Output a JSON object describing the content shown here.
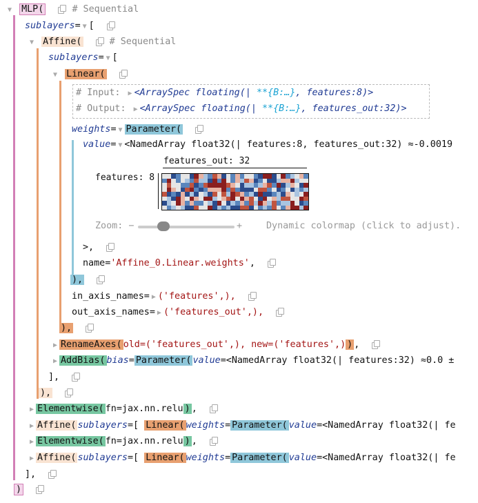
{
  "mlp": {
    "name": "MLP(",
    "comment": "# Sequential",
    "sublayers_key": "sublayers",
    "eq": "=",
    "open_bracket": "[",
    "close_bracket": "],",
    "close": ")"
  },
  "affine0": {
    "name": "Affine(",
    "comment": "# Sequential",
    "sublayers_key": "sublayers",
    "eq": "=",
    "open_bracket": "[",
    "close_bracket": "],",
    "close": "),"
  },
  "linear": {
    "name": "Linear(",
    "close": "),",
    "input_label": "# Input: ",
    "input_pre": "<ArraySpec floating(| ",
    "input_mid": "**{B:…}",
    "input_post": ", features:8)>",
    "output_label": "# Output: ",
    "output_pre": "<ArraySpec floating(| ",
    "output_mid": "**{B:…}",
    "output_post": ", features_out:32)>",
    "weights_key": "weights",
    "in_axis_key": "in_axis_names=",
    "in_axis_val": "('features',),",
    "out_axis_key": "out_axis_names=",
    "out_axis_val": "('features_out',),"
  },
  "parameter": {
    "name": "Parameter(",
    "value_key": "value",
    "value_text": "<NamedArray float32(| features:8, features_out:32) ≈-0.0019",
    "axis_top": "features_out: 32",
    "axis_left": "features: 8",
    "zoom_label": "Zoom:",
    "zoom_minus": "−",
    "zoom_plus": "+",
    "colormap_note": "Dynamic colormap (click to adjust).",
    "gt": ">,",
    "name_key": "name=",
    "name_val": "'Affine_0.Linear.weights'",
    "name_comma": ",",
    "close": "),"
  },
  "rename": {
    "name": "RenameAxes(",
    "args": "old=('features_out',), new=('features',)",
    "close": ")",
    "comma": ","
  },
  "addbias": {
    "name": "AddBias(",
    "bias_key": "bias",
    "param": "Parameter(",
    "value_key": "value",
    "value_text": "=<NamedArray float32(| features:32) ≈0.0 ±"
  },
  "elementwise1": {
    "name": "Elementwise(",
    "fn": "fn=jax.nn.relu",
    "close": ")",
    "comma": ","
  },
  "affine1": {
    "pre": "Affine(",
    "sub": "sublayers",
    "eq": "=[ ",
    "lin": "Linear(",
    "w": "weights",
    "par": "Parameter(",
    "v": "value",
    "rest": "=<NamedArray float32(| fe"
  },
  "elementwise2": {
    "name": "Elementwise(",
    "fn": "fn=jax.nn.relu",
    "close": ")",
    "comma": ","
  },
  "affine2": {
    "pre": "Affine(",
    "sub": "sublayers",
    "eq": "=[ ",
    "lin": "Linear(",
    "w": "weights",
    "par": "Parameter(",
    "v": "value",
    "rest": "=<NamedArray float32(| fe"
  },
  "colors": {
    "accent_mlp": "#d27fb6",
    "accent_affine": "#e8a070",
    "accent_param": "#8fc7da",
    "accent_green": "#77c7a1"
  },
  "heatmap_palette": [
    "#2b4c8c",
    "#5a86bd",
    "#a9c4e0",
    "#e6e6e6",
    "#e8b3a3",
    "#c0543f",
    "#8a1f1f"
  ]
}
